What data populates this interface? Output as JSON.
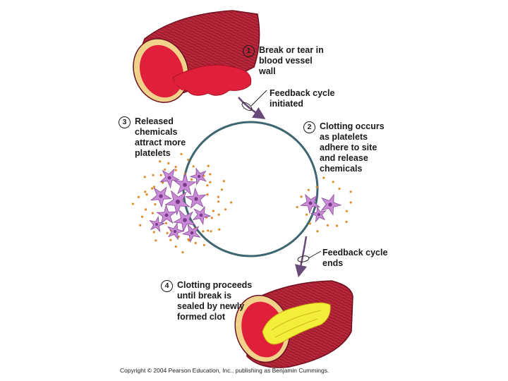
{
  "steps": [
    {
      "number": "1",
      "text": "Break or tear in\nblood vessel\nwall"
    },
    {
      "number": "2",
      "text": "Clotting occurs\nas platelets\nadhere to site\nand release\nchemicals"
    },
    {
      "number": "3",
      "text": "Released\nchemicals\nattract more\nplatelets"
    },
    {
      "number": "4",
      "text": "Clotting proceeds\nuntil break is\nsealed by newly\nformed clot"
    }
  ],
  "feedback": {
    "start": "Feedback cycle\ninitiated",
    "end": "Feedback cycle\nends"
  },
  "copyright": "Copyright © 2004 Pearson Education, Inc., publishing as Benjamin Cummings.",
  "colors": {
    "vessel": "#b8283a",
    "blood": "#e0203a",
    "cycle": "#3d6670",
    "arrow": "#6a4a78",
    "platelet": "#c98ad6",
    "chemical_dot": "#e08a2a",
    "clot": "#f2ee3a"
  }
}
